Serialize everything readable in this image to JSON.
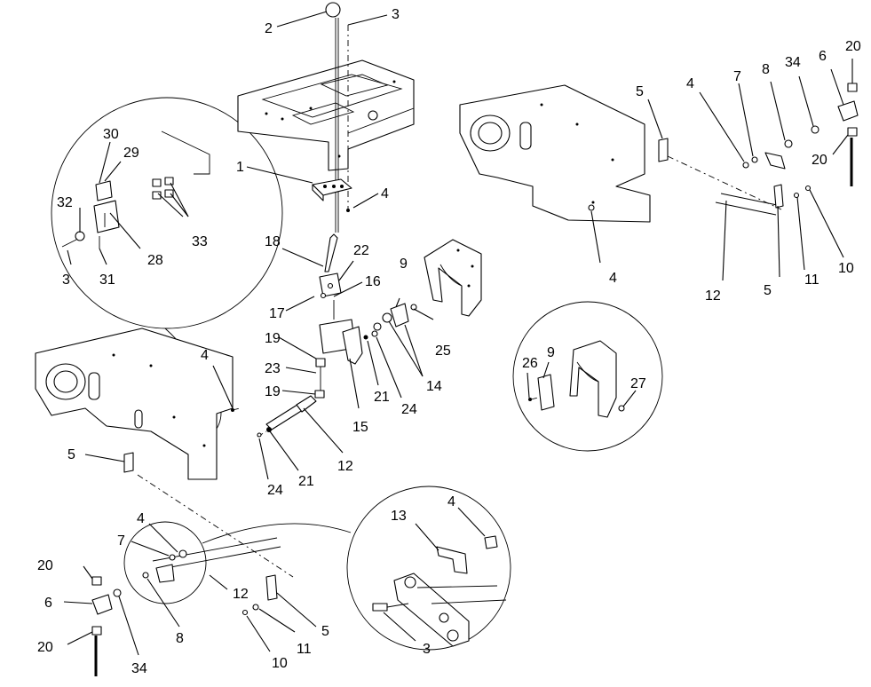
{
  "callouts": {
    "c1": "1",
    "c2": "2",
    "c3": "3",
    "c4": "4",
    "c5": "5",
    "c6": "6",
    "c7": "7",
    "c8": "8",
    "c9": "9",
    "c10": "10",
    "c11": "11",
    "c12": "12",
    "c13": "13",
    "c14": "14",
    "c15": "15",
    "c16": "16",
    "c17": "17",
    "c18": "18",
    "c19": "19",
    "c20": "20",
    "c21": "21",
    "c22": "22",
    "c23": "23",
    "c24": "24",
    "c25": "25",
    "c26": "26",
    "c27": "27",
    "c28": "28",
    "c29": "29",
    "c30": "30",
    "c31": "31",
    "c32": "32",
    "c33": "33",
    "c34": "34"
  },
  "colors": {
    "ink": "#000000",
    "paper": "#ffffff"
  }
}
